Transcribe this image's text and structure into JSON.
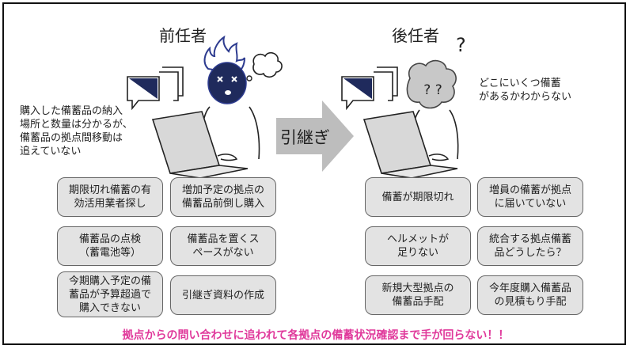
{
  "left": {
    "title": "前任者",
    "description": [
      "購入した備蓄品の納入",
      "場所と数量は分かるが、",
      "備蓄品の拠点間移動は",
      "追えていない"
    ],
    "bubbles": [
      "期限切れ備蓄の有\n効活用業者探し",
      "増加予定の拠点の\n備蓄品前倒し購入",
      "備蓄品の点検\n（蓄電池等）",
      "備蓄品を置くス\nペースがない",
      "今期購入予定の備\n蓄品が予算超過で\n購入できない",
      "引継ぎ資料の作成"
    ]
  },
  "right": {
    "title": "後任者",
    "description": [
      "どこにいくつ備蓄",
      "があるかわからない"
    ],
    "bubbles": [
      "備蓄が期限切れ",
      "増員の備蓄が拠点\nに届いていない",
      "ヘルメットが\n足りない",
      "統合する拠点備蓄\n品どうしたら？",
      "新規大型拠点の\n備蓄品手配",
      "今年度購入備蓄品\nの見積もり手配"
    ]
  },
  "arrow_label": "引継ぎ",
  "face_marks": {
    "question_big": "?",
    "question_eyes": "? ?"
  },
  "footer": "拠点からの問い合わせに追われて各拠点の備蓄状況確認まで手が回らない！！",
  "colors": {
    "accent": "#e0399b",
    "bubble": "#e3e3e3",
    "flag": "#1f2a5c",
    "arrow": "#bdbdbd",
    "fire": "#2d3b8f"
  }
}
